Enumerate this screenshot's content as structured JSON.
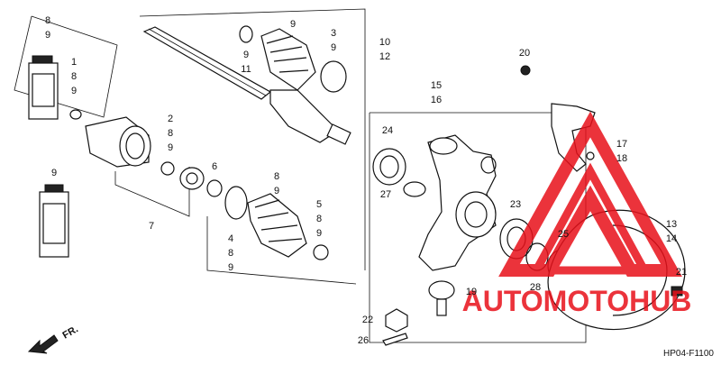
{
  "labels": {
    "l1a": "8",
    "l1b": "9",
    "l2a": "1",
    "l2b": "8",
    "l2c": "9",
    "l3a": "9",
    "l4a": "2",
    "l4b": "8",
    "l4c": "9",
    "l5": "6",
    "l6": "7",
    "l7a": "8",
    "l7b": "9",
    "l8a": "4",
    "l8b": "8",
    "l8c": "9",
    "l9a": "5",
    "l9b": "8",
    "l9c": "9",
    "l10": "9",
    "l10b": "11",
    "l11": "9",
    "l12a": "3",
    "l12b": "9",
    "l13a": "10",
    "l13b": "12",
    "l14": "20",
    "l15a": "15",
    "l15b": "16",
    "l16": "24",
    "l17": "27",
    "l18": "23",
    "l19a": "17",
    "l19b": "18",
    "l20a": "13",
    "l20b": "14",
    "l21": "25",
    "l22": "28",
    "l23": "19",
    "l24": "21",
    "l25": "22",
    "l26": "26"
  },
  "direction_label": "FR.",
  "diagram_code": "HP04-F1100",
  "watermark": {
    "text": "AUTOMOTOHUB",
    "color": "#e8101a"
  }
}
